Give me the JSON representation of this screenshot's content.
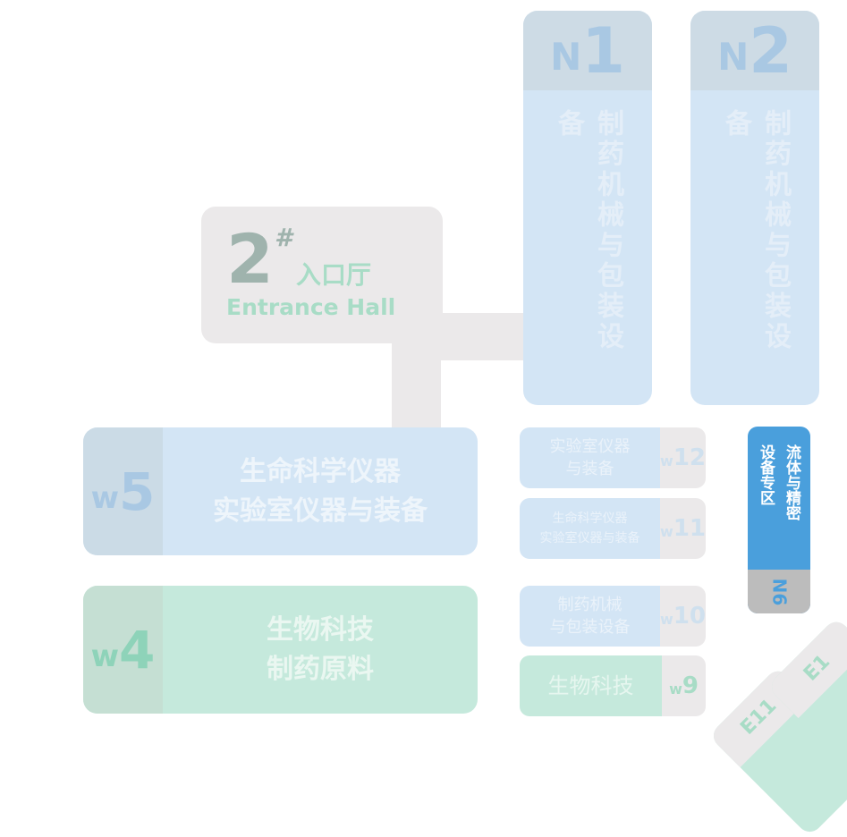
{
  "entrance": {
    "number": "2",
    "mark": "#",
    "cn": "入口厅",
    "en": "Entrance Hall"
  },
  "halls_n": [
    {
      "prefix": "N",
      "num": "1",
      "desc": "制药机械与包装设备"
    },
    {
      "prefix": "N",
      "num": "2",
      "desc": "制药机械与包装设备"
    }
  ],
  "w5": {
    "prefix": "w",
    "num": "5",
    "line1": "生命科学仪器",
    "line2": "实验室仪器与装备"
  },
  "w4": {
    "prefix": "w",
    "num": "4",
    "line1": "生物科技",
    "line2": "制药原料"
  },
  "halls_w_small": [
    {
      "prefix": "w",
      "num": "12",
      "line1": "实验室仪器",
      "line2": "与装备"
    },
    {
      "prefix": "w",
      "num": "11",
      "line1": "生命科学仪器",
      "line2": "实验室仪器与装备"
    },
    {
      "prefix": "w",
      "num": "10",
      "line1": "制药机械",
      "line2": "与包装设备"
    },
    {
      "prefix": "w",
      "num": "9",
      "line1": "生物科技",
      "line2": ""
    }
  ],
  "n6": {
    "line1": "流体与精密",
    "line2": "设备专区",
    "label": "N6",
    "accent": "#4a9fdc"
  },
  "east": [
    {
      "label": "E11"
    },
    {
      "label": "E1"
    }
  ]
}
